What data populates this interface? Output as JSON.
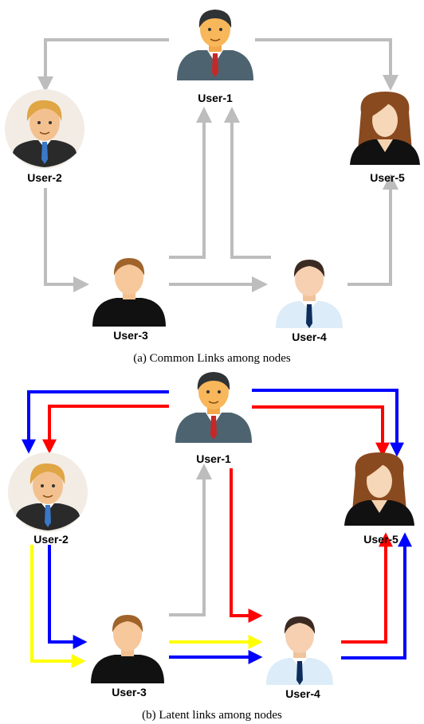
{
  "panel_a": {
    "caption": "(a) Common Links among nodes",
    "users": {
      "u1": "User-1",
      "u2": "User-2",
      "u3": "User-3",
      "u4": "User-4",
      "u5": "User-5"
    }
  },
  "panel_b": {
    "caption": "(b) Latent links among nodes",
    "users": {
      "u1": "User-1",
      "u2": "User-2",
      "u3": "User-3",
      "u4": "User-4",
      "u5": "User-5"
    }
  },
  "colors": {
    "common": "#bdbdbd",
    "latent_red": "#ff0000",
    "latent_blue": "#0000ff",
    "latent_yellow": "#ffff00"
  }
}
